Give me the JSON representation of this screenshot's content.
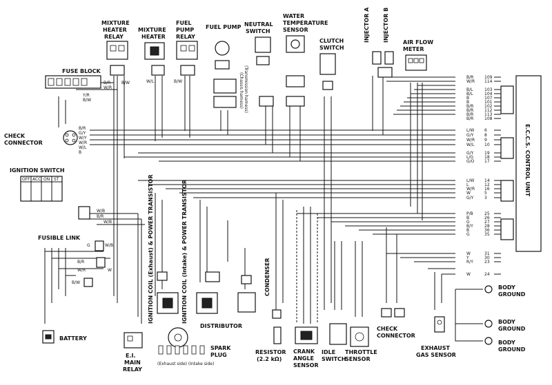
{
  "labels": {
    "mixture_heater_relay": [
      "MIXTURE",
      "HEATER",
      "RELAY"
    ],
    "mixture_heater": [
      "MIXTURE",
      "HEATER"
    ],
    "fuel_pump_relay": [
      "FUEL",
      "PUMP",
      "RELAY"
    ],
    "fuel_pump": "FUEL PUMP",
    "chassis_harness": "(Chassis harness)",
    "neutral_switch": [
      "NEUTRAL",
      "SWITCH"
    ],
    "transmission_harness": "(Transmission harness)",
    "water_temp_sensor": [
      "WATER",
      "TEMPERATURE",
      "SENSOR"
    ],
    "clutch_switch": [
      "CLUTCH",
      "SWITCH"
    ],
    "injector_a": "INJECTOR A",
    "injector_b": "INJECTOR B",
    "air_flow_meter": [
      "AIR FLOW",
      "METER"
    ],
    "fuse_block": "FUSE BLOCK",
    "check_connector_left": [
      "CHECK",
      "CONNECTOR"
    ],
    "ignition_switch": "IGNITION SWITCH",
    "ignition_table_header": [
      "OFF",
      "ACC",
      "ON",
      "ST"
    ],
    "fusible_link": "FUSIBLE LINK",
    "battery": "BATTERY",
    "ign_coil_exhaust": "IGNITION COIL (Exhaust) & POWER TRANSISTOR",
    "ign_coil_intake": "IGNITION COIL (Intake) & POWER TRANSISTOR",
    "condenser": "CONDENSER",
    "distributor": "DISTRIBUTOR",
    "spark_plug": [
      "SPARK",
      "PLUG"
    ],
    "exhaust_intake_side": "(Exhaust side) (Intake side)",
    "ei_main_relay": [
      "E.I.",
      "MAIN",
      "RELAY"
    ],
    "resistor": [
      "RESISTOR",
      "(2.2 kΩ)"
    ],
    "crank_angle_sensor": [
      "CRANK",
      "ANGLE",
      "SENSOR"
    ],
    "idle_switch": [
      "IDLE",
      "SWITCH"
    ],
    "throttle_sensor": [
      "THROTTLE",
      "SENSOR"
    ],
    "check_connector_bottom": [
      "CHECK",
      "CONNECTOR"
    ],
    "exhaust_gas_sensor": [
      "EXHAUST",
      "GAS SENSOR"
    ],
    "body_ground": [
      "BODY",
      "GROUND"
    ],
    "eccs_control_unit": "E.C.C.S. CONTROL UNIT"
  },
  "ecu_terminals": [
    {
      "wire": "B/R",
      "num": "109"
    },
    {
      "wire": "W/R",
      "num": "114"
    },
    {
      "wire": "B/L",
      "num": "103"
    },
    {
      "wire": "B/L",
      "num": "104"
    },
    {
      "wire": "B",
      "num": "107"
    },
    {
      "wire": "B",
      "num": "101"
    },
    {
      "wire": "B/R",
      "num": "102"
    },
    {
      "wire": "B/R",
      "num": "112"
    },
    {
      "wire": "B/R",
      "num": "113"
    },
    {
      "wire": "B/R",
      "num": "108"
    },
    {
      "wire": "L/W",
      "num": "6"
    },
    {
      "wire": "G/Y",
      "num": "8"
    },
    {
      "wire": "W/R",
      "num": "9"
    },
    {
      "wire": "W/L",
      "num": "10"
    },
    {
      "wire": "G/Y",
      "num": "19"
    },
    {
      "wire": "L/G",
      "num": "18"
    },
    {
      "wire": "G/O",
      "num": "17"
    },
    {
      "wire": "L/W",
      "num": "14"
    },
    {
      "wire": "L",
      "num": "12"
    },
    {
      "wire": "W/R",
      "num": "16"
    },
    {
      "wire": "W",
      "num": "5"
    },
    {
      "wire": "G/Y",
      "num": "3"
    },
    {
      "wire": "P/B",
      "num": "25"
    },
    {
      "wire": "B",
      "num": "26"
    },
    {
      "wire": "G",
      "num": "27"
    },
    {
      "wire": "B/Y",
      "num": "28"
    },
    {
      "wire": "B",
      "num": "36"
    },
    {
      "wire": "G",
      "num": "35"
    },
    {
      "wire": "W",
      "num": "31"
    },
    {
      "wire": "Y",
      "num": "30"
    },
    {
      "wire": "R/Y",
      "num": "23"
    },
    {
      "wire": "W",
      "num": "24"
    }
  ],
  "check_connector_wires": [
    "B/R",
    "G/Y",
    "W/Y",
    "W/R",
    "W/L",
    "B"
  ],
  "ignition_wires": [
    "W/B",
    "B/R",
    "W/B"
  ],
  "fusible_wires": [
    "G",
    "W/B",
    "B/R",
    "W",
    "W/R",
    "B/W"
  ],
  "fuse_wires": [
    "Y/R",
    "B/W",
    "B/R",
    "W/R",
    "B/W",
    "W/L",
    "B/W"
  ]
}
